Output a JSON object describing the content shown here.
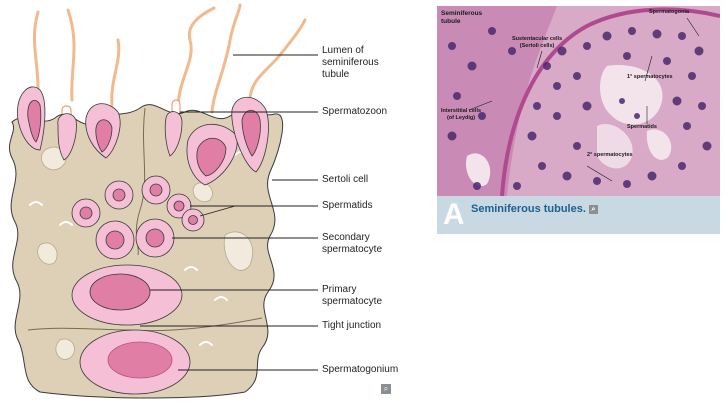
{
  "diagram": {
    "labels": {
      "lumen": "Lumen of\nseminiferous\ntubule",
      "spermatozoon": "Spermatozoon",
      "sertoli": "Sertoli cell",
      "spermatids": "Spermatids",
      "secondary": "Secondary\nspermatocyte",
      "primary": "Primary\nspermatocyte",
      "tight_junction": "Tight junction",
      "spermatogonium": "Spermatogonium"
    },
    "corner_icon": "magnify-icon"
  },
  "micrograph": {
    "title": "Seminiferous\ntubule",
    "labels": {
      "spermatogonia": "Spermatogonia",
      "sustentacular": "Sustentacular cells\n(Sertoli cells)",
      "primary": "1° spermatocytes",
      "interstitial": "Interstitial cells\n(of Leydig)",
      "spermatids": "Spermatids",
      "secondary": "2° spermatocytes"
    }
  },
  "caption": {
    "letter": "A",
    "text": "Seminiferous tubules.",
    "icon": "magnify-icon"
  },
  "colors": {
    "sertoli": "#ddd0b6",
    "pink_light": "#f5bfd6",
    "pink_dark": "#e07ea6",
    "tail": "#f2b98d",
    "caption_bar": "#c8d9e3",
    "caption_text": "#1d5f8e"
  }
}
